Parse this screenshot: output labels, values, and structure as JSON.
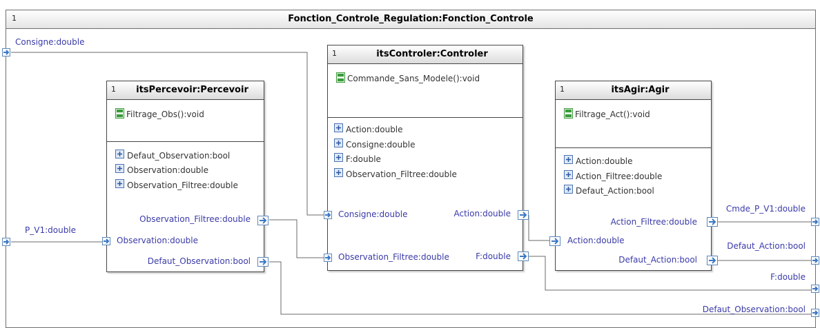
{
  "frame": {
    "multiplicity": "1",
    "title": "Fonction_Controle_Regulation:Fonction_Controle"
  },
  "frame_ports": {
    "consigne": "Consigne:double",
    "p_v1": "P_V1:double",
    "cmde_p_v1": "Cmde_P_V1:double",
    "defaut_action": "Defaut_Action:bool",
    "f": "F:double",
    "defaut_observation": "Defaut_Observation:bool"
  },
  "percevoir": {
    "multiplicity": "1",
    "title": "itsPercevoir:Percevoir",
    "operation": "Filtrage_Obs():void",
    "attributes": [
      "Defaut_Observation:bool",
      "Observation:double",
      "Observation_Filtree:double"
    ],
    "ports": {
      "observation_filtree": "Observation_Filtree:double",
      "observation": "Observation:double",
      "defaut_observation": "Defaut_Observation:bool"
    }
  },
  "controler": {
    "multiplicity": "1",
    "title": "itsControler:Controler",
    "operation": "Commande_Sans_Modele():void",
    "attributes": [
      "Action:double",
      "Consigne:double",
      "F:double",
      "Observation_Filtree:double"
    ],
    "ports": {
      "consigne": "Consigne:double",
      "action": "Action:double",
      "observation_filtree": "Observation_Filtree:double",
      "f": "F:double"
    }
  },
  "agir": {
    "multiplicity": "1",
    "title": "itsAgir:Agir",
    "operation": "Filtrage_Act():void",
    "attributes": [
      "Action:double",
      "Action_Filtree:double",
      "Defaut_Action:bool"
    ],
    "ports": {
      "action_filtree": "Action_Filtree:double",
      "action": "Action:double",
      "defaut_action": "Defaut_Action:bool"
    }
  },
  "colors": {
    "port_label": "#3a3aa8",
    "port_border": "#5c86b8",
    "connector": "#6a6a6a",
    "operation_icon": "#3a9a3a"
  }
}
